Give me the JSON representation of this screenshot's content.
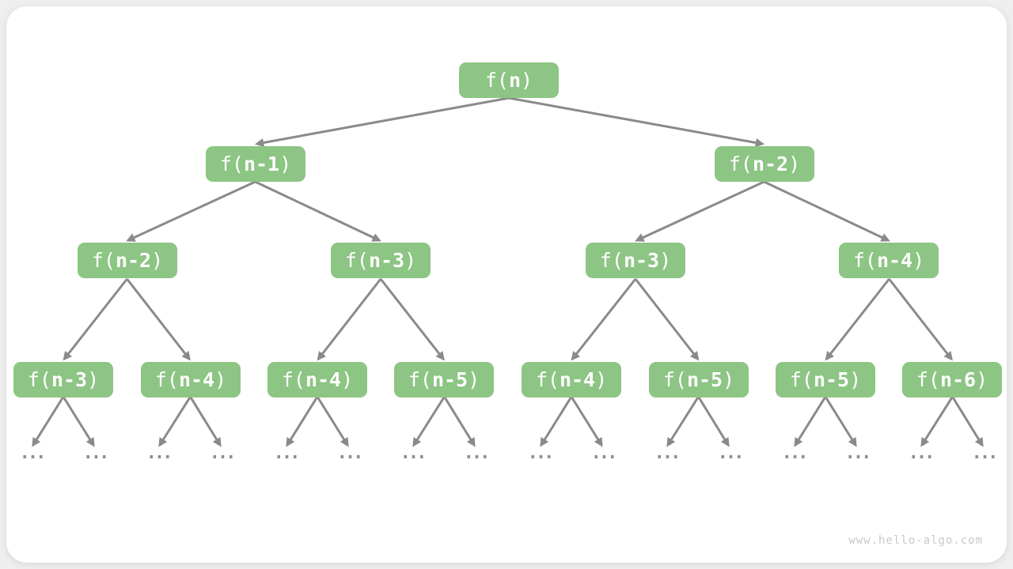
{
  "colors": {
    "node_fill": "#8DC584",
    "node_text": "#FFFFFF",
    "arrow": "#8A8A8A",
    "ellipsis": "#8E8E8E",
    "watermark": "#C9C9C9",
    "canvas": "#FFFFFF",
    "page_background": "#EFEFEF"
  },
  "tree": {
    "levels": [
      {
        "nodes": [
          {
            "prefix": "f(",
            "arg": "n",
            "suffix": ")"
          }
        ]
      },
      {
        "nodes": [
          {
            "prefix": "f(",
            "arg": "n-1",
            "suffix": ")"
          },
          {
            "prefix": "f(",
            "arg": "n-2",
            "suffix": ")"
          }
        ]
      },
      {
        "nodes": [
          {
            "prefix": "f(",
            "arg": "n-2",
            "suffix": ")"
          },
          {
            "prefix": "f(",
            "arg": "n-3",
            "suffix": ")"
          },
          {
            "prefix": "f(",
            "arg": "n-3",
            "suffix": ")"
          },
          {
            "prefix": "f(",
            "arg": "n-4",
            "suffix": ")"
          }
        ]
      },
      {
        "nodes": [
          {
            "prefix": "f(",
            "arg": "n-3",
            "suffix": ")"
          },
          {
            "prefix": "f(",
            "arg": "n-4",
            "suffix": ")"
          },
          {
            "prefix": "f(",
            "arg": "n-4",
            "suffix": ")"
          },
          {
            "prefix": "f(",
            "arg": "n-5",
            "suffix": ")"
          },
          {
            "prefix": "f(",
            "arg": "n-4",
            "suffix": ")"
          },
          {
            "prefix": "f(",
            "arg": "n-5",
            "suffix": ")"
          },
          {
            "prefix": "f(",
            "arg": "n-5",
            "suffix": ")"
          },
          {
            "prefix": "f(",
            "arg": "n-6",
            "suffix": ")"
          }
        ]
      }
    ],
    "ellipsis": "..."
  },
  "footer": {
    "watermark": "www.hello-algo.com"
  }
}
